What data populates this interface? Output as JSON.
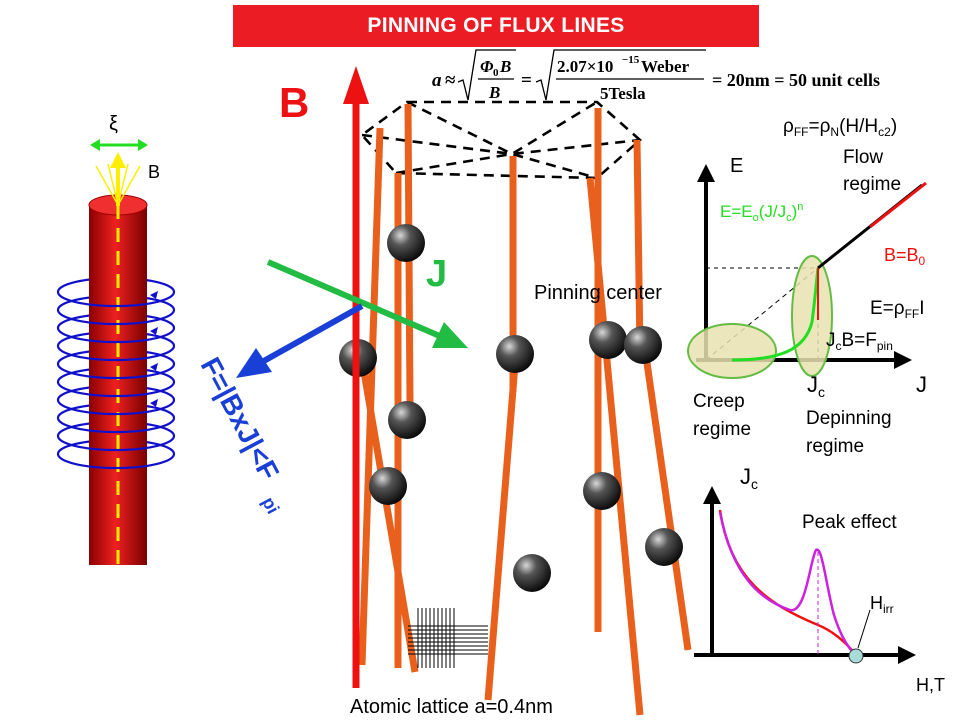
{
  "title": "PINNING OF FLUX LINES",
  "formula": {
    "a": "a",
    "approx": "≈",
    "phi0": "Φ",
    "phi0_sub": "0",
    "B": "B",
    "eq1": "=",
    "num2_a": "2.07×10",
    "num2_exp": "−15",
    "num2_b": " Weber",
    "den2": "5Tesla",
    "result": "= 20nm = 50 unit cells"
  },
  "labels": {
    "B_big": "B",
    "xi": "ξ",
    "B_small": "B",
    "J": "J",
    "force_main": "F=|BxJ|<F",
    "force_sub": "pi",
    "pinning_center": "Pinning center",
    "atomic_lattice": "Atomic lattice a=0.4nm"
  },
  "ej_plot": {
    "rho_ff": "ρ",
    "rho_ff_sub": "FF",
    "rho_eq": "=ρ",
    "rho_n_sub": "N",
    "rho_tail": "(H/H",
    "rho_c2_sub": "c2",
    "rho_close": ")",
    "E_axis": "E",
    "J_axis": "J",
    "flow_line1": "Flow",
    "flow_line2": "regime",
    "power_law": "E=E",
    "power_law_sub": "o",
    "power_law_mid": "(J/J",
    "power_law_sub2": "c",
    "power_law_tail": ")",
    "power_law_exp": "n",
    "b_eq": "B=B",
    "b_eq_sub": "0",
    "e_rho": "E=ρ",
    "e_rho_sub": "FF",
    "e_rho_tail": "I",
    "jcb": "J",
    "jcb_sub": "c",
    "jcb_tail": "B=F",
    "jcb_sub2": "pin",
    "jc": "J",
    "jc_sub": "c",
    "creep_line1": "Creep",
    "creep_line2": "regime",
    "depin_line1": "Depinning",
    "depin_line2": "regime"
  },
  "jc_plot": {
    "y_axis": "J",
    "y_axis_sub": "c",
    "x_axis": "H,T",
    "peak": "Peak effect",
    "hirr": "H",
    "hirr_sub": "irr"
  },
  "colors": {
    "title_bg": "#ec1c24",
    "flux_line": "#e8601c",
    "red_arrow": "#ee1111",
    "green": "#22bb44",
    "blue": "#1a3fd6",
    "cylinder": "#dd1111",
    "coil": "#1010cc"
  }
}
